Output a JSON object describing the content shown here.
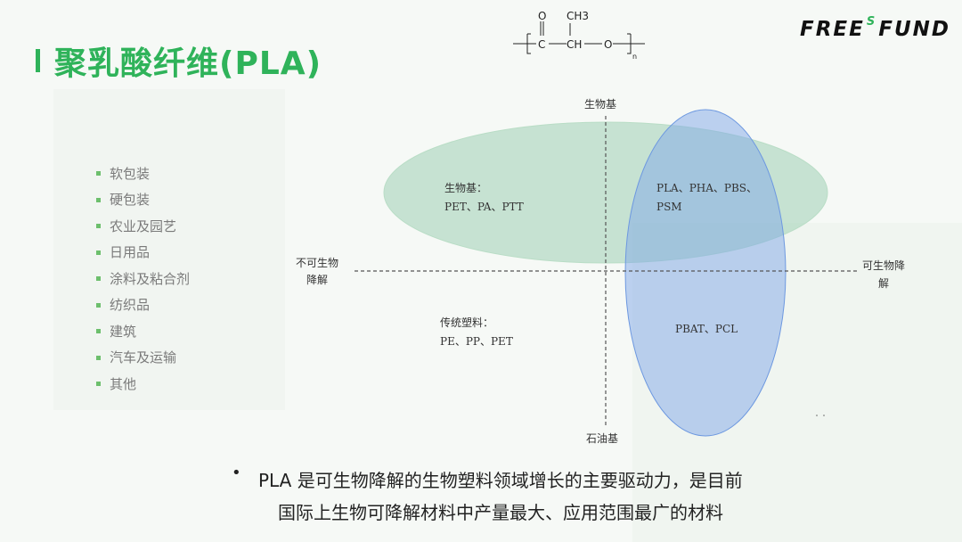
{
  "header": {
    "title": "聚乳酸纤维(PLA)",
    "logo": {
      "part1": "FREE",
      "sup": "S",
      "part2": "FUND"
    }
  },
  "formula": {
    "o": "O",
    "ch3": "CH3",
    "c": "C",
    "ch": "CH",
    "o_link": "O",
    "n": "n"
  },
  "applications": [
    "软包装",
    "硬包装",
    "农业及园艺",
    "日用品",
    "涂料及粘合剂",
    "纺织品",
    "建筑",
    "汽车及运输",
    "其他"
  ],
  "diagram": {
    "axis_top": "生物基",
    "axis_bottom": "石油基",
    "axis_left": [
      "不可生物",
      "降解"
    ],
    "axis_right": [
      "可生物降",
      "解"
    ],
    "q_top_left": {
      "title": "生物基：",
      "items": "PET、PA、PTT"
    },
    "q_top_right": {
      "line1": "PLA、PHA、PBS、",
      "line2": "PSM"
    },
    "q_bottom_left": {
      "title": "传统塑料：",
      "items": "PE、PP、PET"
    },
    "q_bottom_right": "PBAT、PCL",
    "colors": {
      "green_ellipse": "#9ed0b4",
      "blue_ellipse": "#7fa8e8",
      "accent": "#2fb35a"
    }
  },
  "bottom_text": {
    "bullet": "•",
    "line1": "PLA 是可生物降解的生物塑料领域增长的主要驱动力，是目前",
    "line2": "国际上生物可降解材料中产量最大、应用范围最广的材料"
  }
}
